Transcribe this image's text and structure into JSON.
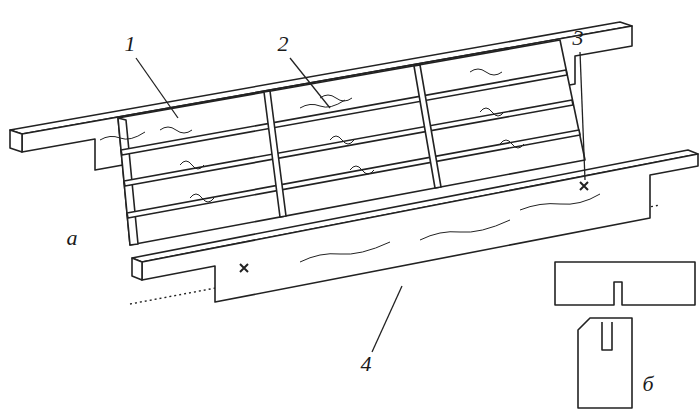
{
  "diagram": {
    "labels": [
      "1",
      "2",
      "3",
      "а",
      "4",
      "б"
    ]
  }
}
